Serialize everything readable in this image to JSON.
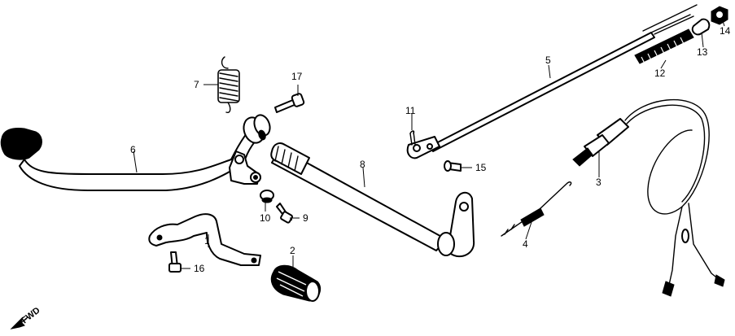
{
  "diagram": {
    "callouts": {
      "c1": "1",
      "c2": "2",
      "c3": "3",
      "c4": "4",
      "c5": "5",
      "c6": "6",
      "c7": "7",
      "c8": "8",
      "c9": "9",
      "c10": "10",
      "c11": "11",
      "c12": "12",
      "c13": "13",
      "c14": "14",
      "c15": "15",
      "c16": "16",
      "c17": "17"
    },
    "direction_label": "FWD"
  }
}
